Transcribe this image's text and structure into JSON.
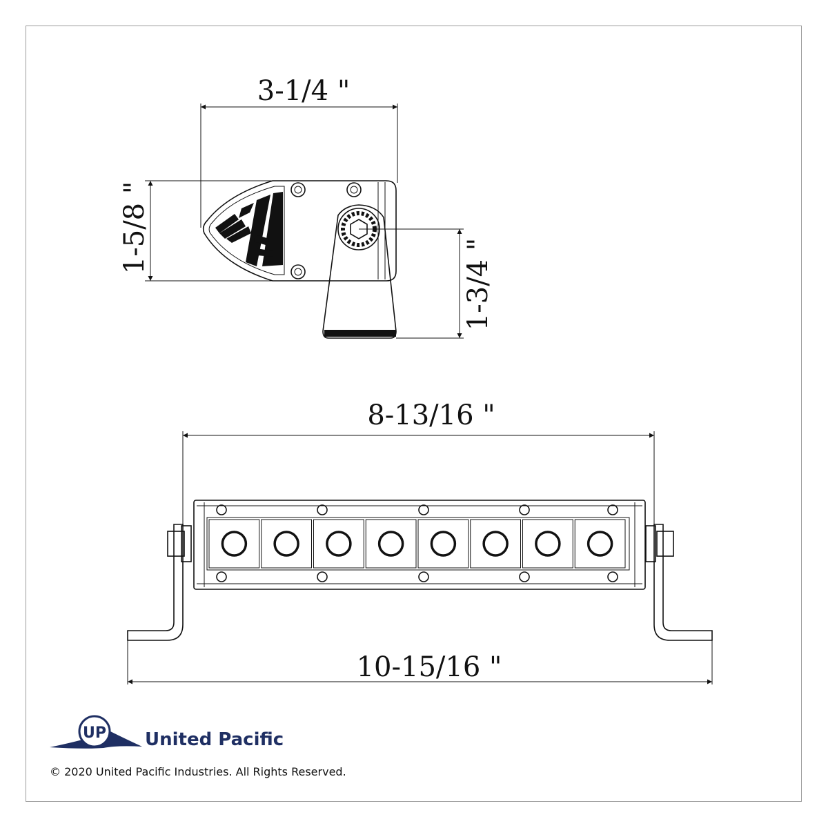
{
  "dimensions": {
    "side_width": "3-1/4 \"",
    "side_height": "1-5/8 \"",
    "mount_height": "1-3/4 \"",
    "bar_length": "8-13/16 \"",
    "overall_length": "10-15/16 \""
  },
  "front_view": {
    "led_count": 8
  },
  "logo": {
    "name": "United Pacific",
    "emblem_letters": "UP",
    "color": "#1f2f63"
  },
  "copyright": "© 2020 United Pacific Industries. All Rights Reserved."
}
